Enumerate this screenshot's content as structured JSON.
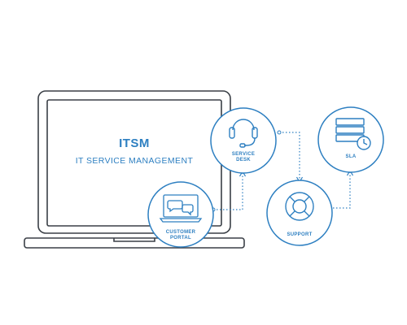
{
  "diagram": {
    "title": "ITSM",
    "subtitle": "IT SERVICE MANAGEMENT",
    "nodes": {
      "service_desk": {
        "line1": "SERVICE",
        "line2": "DESK",
        "icon": "headset-icon"
      },
      "sla": {
        "line1": "SLA",
        "icon": "sla-server-clock-icon"
      },
      "support": {
        "line1": "SUPPORT",
        "icon": "lifebuoy-icon"
      },
      "customer_portal": {
        "line1": "CUSTOMER",
        "line2": "PORTAL",
        "icon": "chat-screen-icon"
      }
    },
    "colors": {
      "accent": "#2d7fc1",
      "laptop_stroke": "#3a3f46",
      "background": "#ffffff"
    }
  }
}
